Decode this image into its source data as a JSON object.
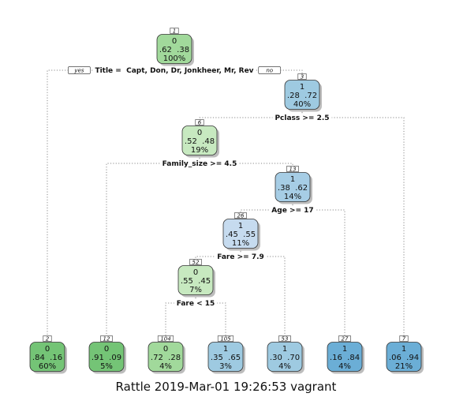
{
  "tree": {
    "nodes": [
      {
        "id": "1",
        "class": "0",
        "probs": ".62  .38",
        "pct": "100%",
        "fill": "#a1d99b"
      },
      {
        "id": "3",
        "class": "1",
        "probs": ".28  .72",
        "pct": "40%",
        "fill": "#9ecae1"
      },
      {
        "id": "6",
        "class": "0",
        "probs": ".52  .48",
        "pct": "19%",
        "fill": "#c7e9c0"
      },
      {
        "id": "13",
        "class": "1",
        "probs": ".38  .62",
        "pct": "14%",
        "fill": "#a6cde5"
      },
      {
        "id": "26",
        "class": "1",
        "probs": ".45  .55",
        "pct": "11%",
        "fill": "#c6dbef"
      },
      {
        "id": "52",
        "class": "0",
        "probs": ".55  .45",
        "pct": "7%",
        "fill": "#c7e9c0"
      },
      {
        "id": "2",
        "class": "0",
        "probs": ".84  .16",
        "pct": "60%",
        "fill": "#74c476"
      },
      {
        "id": "12",
        "class": "0",
        "probs": ".91  .09",
        "pct": "5%",
        "fill": "#74c476"
      },
      {
        "id": "104",
        "class": "0",
        "probs": ".72  .28",
        "pct": "4%",
        "fill": "#a1d99b"
      },
      {
        "id": "105",
        "class": "1",
        "probs": ".35  .65",
        "pct": "3%",
        "fill": "#9ecae1"
      },
      {
        "id": "53",
        "class": "1",
        "probs": ".30  .70",
        "pct": "4%",
        "fill": "#9ecae1"
      },
      {
        "id": "27",
        "class": "1",
        "probs": ".16  .84",
        "pct": "4%",
        "fill": "#6baed6"
      },
      {
        "id": "7",
        "class": "1",
        "probs": ".06  .94",
        "pct": "21%",
        "fill": "#6baed6"
      }
    ],
    "splits": [
      {
        "node": "1",
        "label": "Title =  Capt, Don, Dr, Jonkheer, Mr, Rev"
      },
      {
        "node": "3",
        "label": "Pclass >= 2.5"
      },
      {
        "node": "6",
        "label": "Family_size >= 4.5"
      },
      {
        "node": "13",
        "label": "Age >= 17"
      },
      {
        "node": "26",
        "label": "Fare >= 7.9"
      },
      {
        "node": "52",
        "label": "Fare < 15"
      }
    ],
    "edges": [
      [
        "1",
        "2"
      ],
      [
        "1",
        "3"
      ],
      [
        "3",
        "6"
      ],
      [
        "3",
        "7"
      ],
      [
        "6",
        "12"
      ],
      [
        "6",
        "13"
      ],
      [
        "13",
        "26"
      ],
      [
        "13",
        "27"
      ],
      [
        "26",
        "52"
      ],
      [
        "26",
        "53"
      ],
      [
        "52",
        "104"
      ],
      [
        "52",
        "105"
      ]
    ],
    "yes_label": "yes",
    "no_label": "no"
  },
  "caption": "Rattle 2019-Mar-01 19:26:53 vagrant"
}
